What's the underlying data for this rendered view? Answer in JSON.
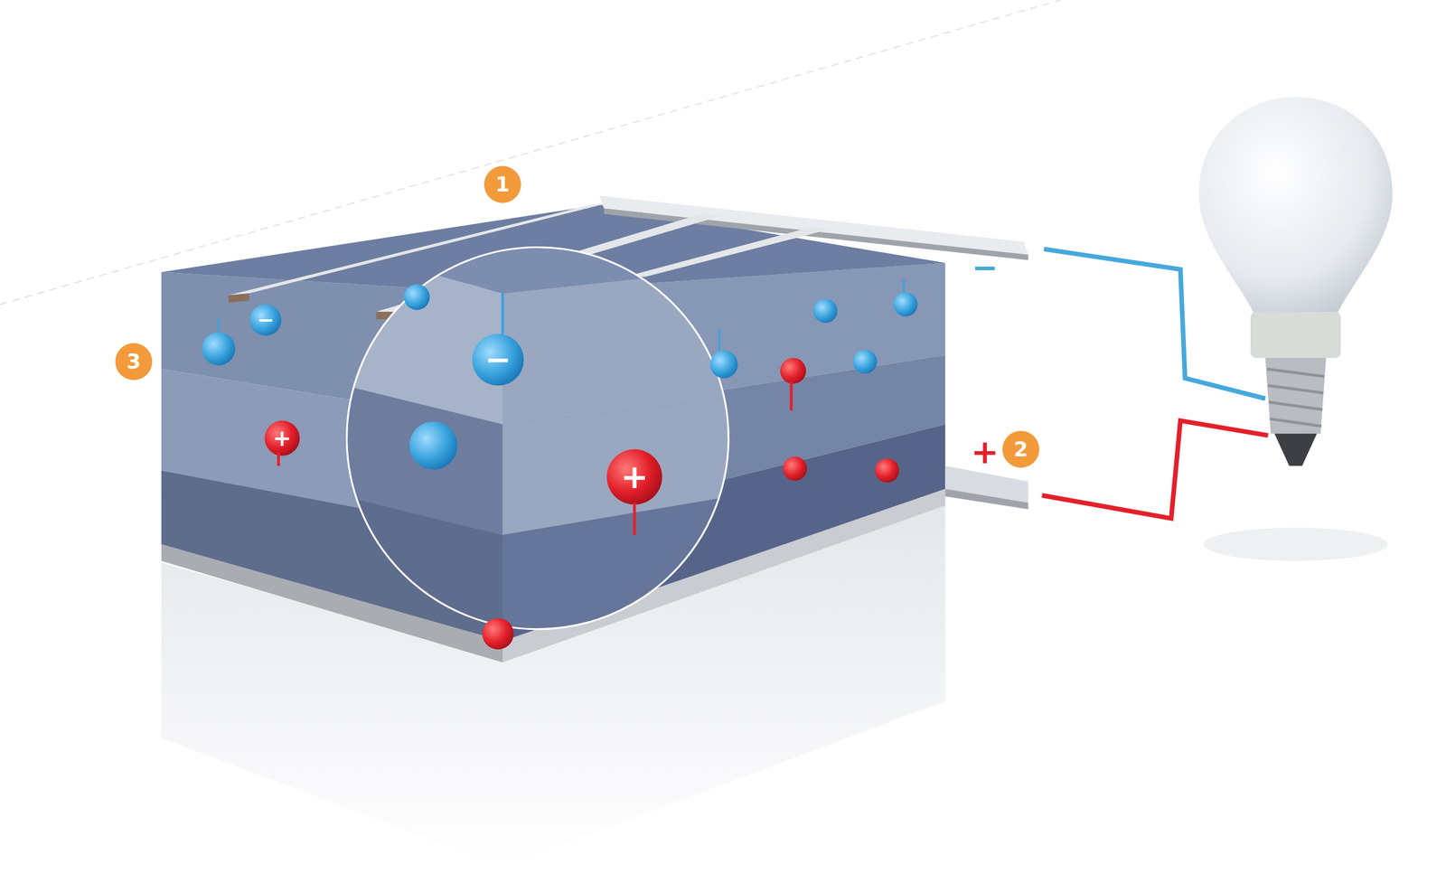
{
  "diagram": {
    "labels": [
      "1",
      "3",
      "−",
      "−",
      "+",
      "+",
      "−",
      "+",
      "2"
    ]
  }
}
